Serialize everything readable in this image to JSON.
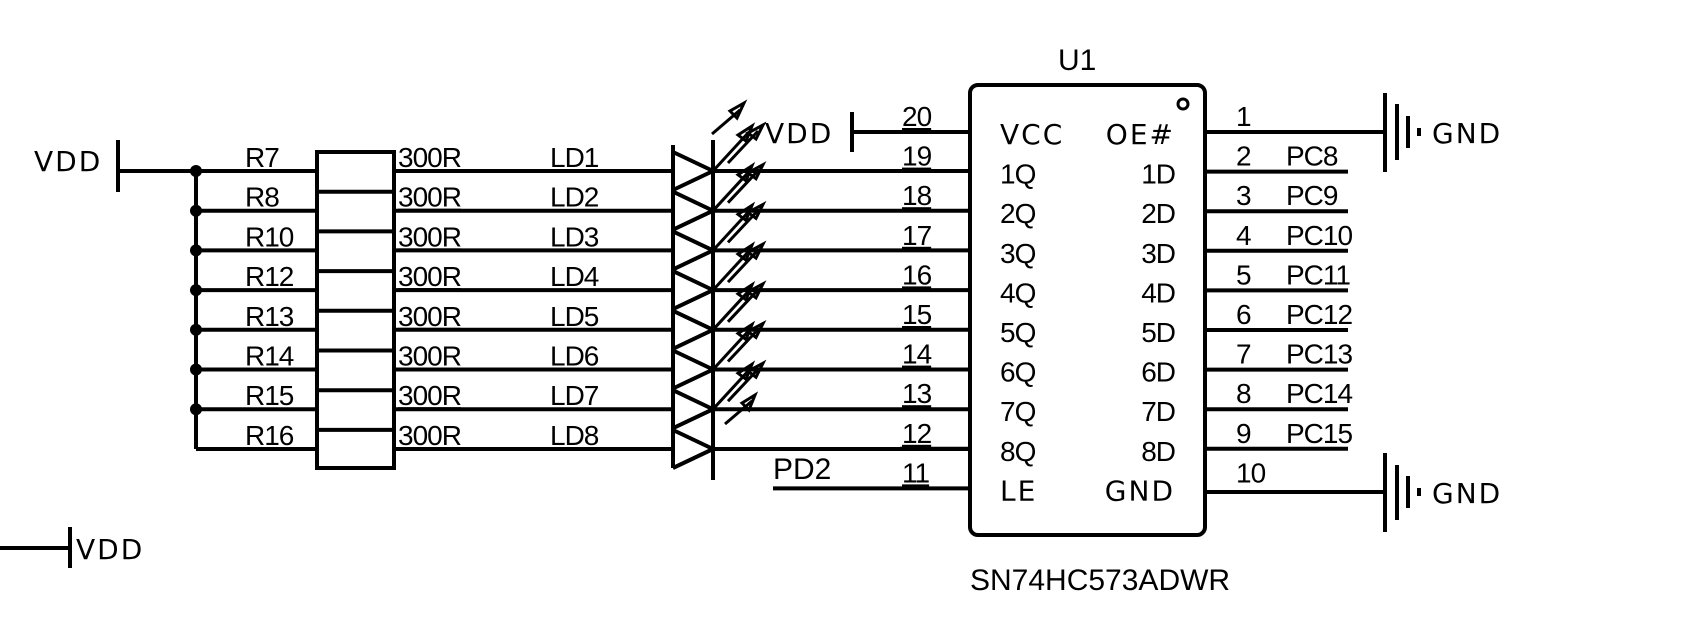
{
  "power": {
    "vdd_left": "VDD",
    "vdd_top": "VDD",
    "vdd_bottom": "VDD",
    "gnd_top": "GND",
    "gnd_bottom": "GND"
  },
  "resistors": [
    {
      "ref": "R7",
      "value": "300R"
    },
    {
      "ref": "R8",
      "value": "300R"
    },
    {
      "ref": "R10",
      "value": "300R"
    },
    {
      "ref": "R12",
      "value": "300R"
    },
    {
      "ref": "R13",
      "value": "300R"
    },
    {
      "ref": "R14",
      "value": "300R"
    },
    {
      "ref": "R15",
      "value": "300R"
    },
    {
      "ref": "R16",
      "value": "300R"
    }
  ],
  "leds": [
    "LD1",
    "LD2",
    "LD3",
    "LD4",
    "LD5",
    "LD6",
    "LD7",
    "LD8"
  ],
  "chip": {
    "ref": "U1",
    "part": "SN74HC573ADWR",
    "left_pins": [
      {
        "num": "20",
        "name": "VCC"
      },
      {
        "num": "19",
        "name": "1Q"
      },
      {
        "num": "18",
        "name": "2Q"
      },
      {
        "num": "17",
        "name": "3Q"
      },
      {
        "num": "16",
        "name": "4Q"
      },
      {
        "num": "15",
        "name": "5Q"
      },
      {
        "num": "14",
        "name": "6Q"
      },
      {
        "num": "13",
        "name": "7Q"
      },
      {
        "num": "12",
        "name": "8Q"
      },
      {
        "num": "11",
        "name": "LE"
      }
    ],
    "right_pins": [
      {
        "num": "1",
        "name": "OE#",
        "net": ""
      },
      {
        "num": "2",
        "name": "1D",
        "net": "PC8"
      },
      {
        "num": "3",
        "name": "2D",
        "net": "PC9"
      },
      {
        "num": "4",
        "name": "3D",
        "net": "PC10"
      },
      {
        "num": "5",
        "name": "4D",
        "net": "PC11"
      },
      {
        "num": "6",
        "name": "5D",
        "net": "PC12"
      },
      {
        "num": "7",
        "name": "6D",
        "net": "PC13"
      },
      {
        "num": "8",
        "name": "7D",
        "net": "PC14"
      },
      {
        "num": "9",
        "name": "8D",
        "net": "PC15"
      },
      {
        "num": "10",
        "name": "GND",
        "net": ""
      }
    ],
    "le_net": "PD2"
  }
}
